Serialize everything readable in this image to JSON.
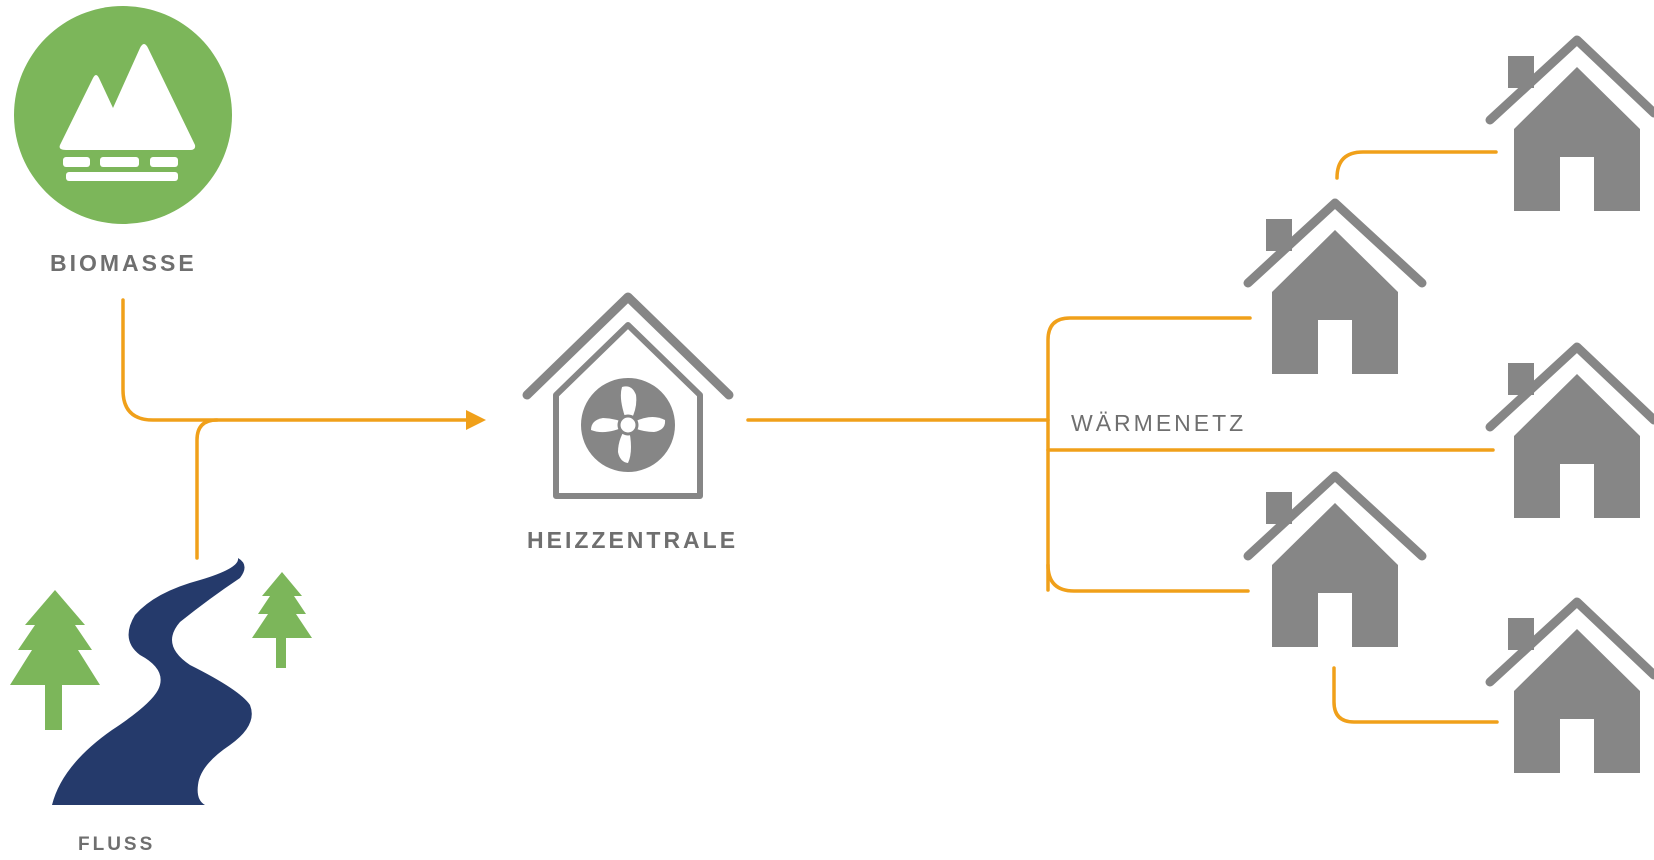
{
  "labels": {
    "biomasse": "BIOMASSE",
    "heizzentrale": "HEIZZENTRALE",
    "waermenetz": "WÄRMENETZ",
    "fluss": "FLUSS"
  },
  "colors": {
    "pipe": "#f0a01a",
    "biomass_green": "#7cb65a",
    "tree_green": "#7cb65a",
    "river_navy": "#253a6b",
    "house_gray": "#868686",
    "text_gray": "#6f6f6f"
  },
  "icons": [
    "forest-circle-icon",
    "tree-icon",
    "river-icon",
    "heating-plant-icon",
    "fan-icon",
    "house-icon"
  ]
}
